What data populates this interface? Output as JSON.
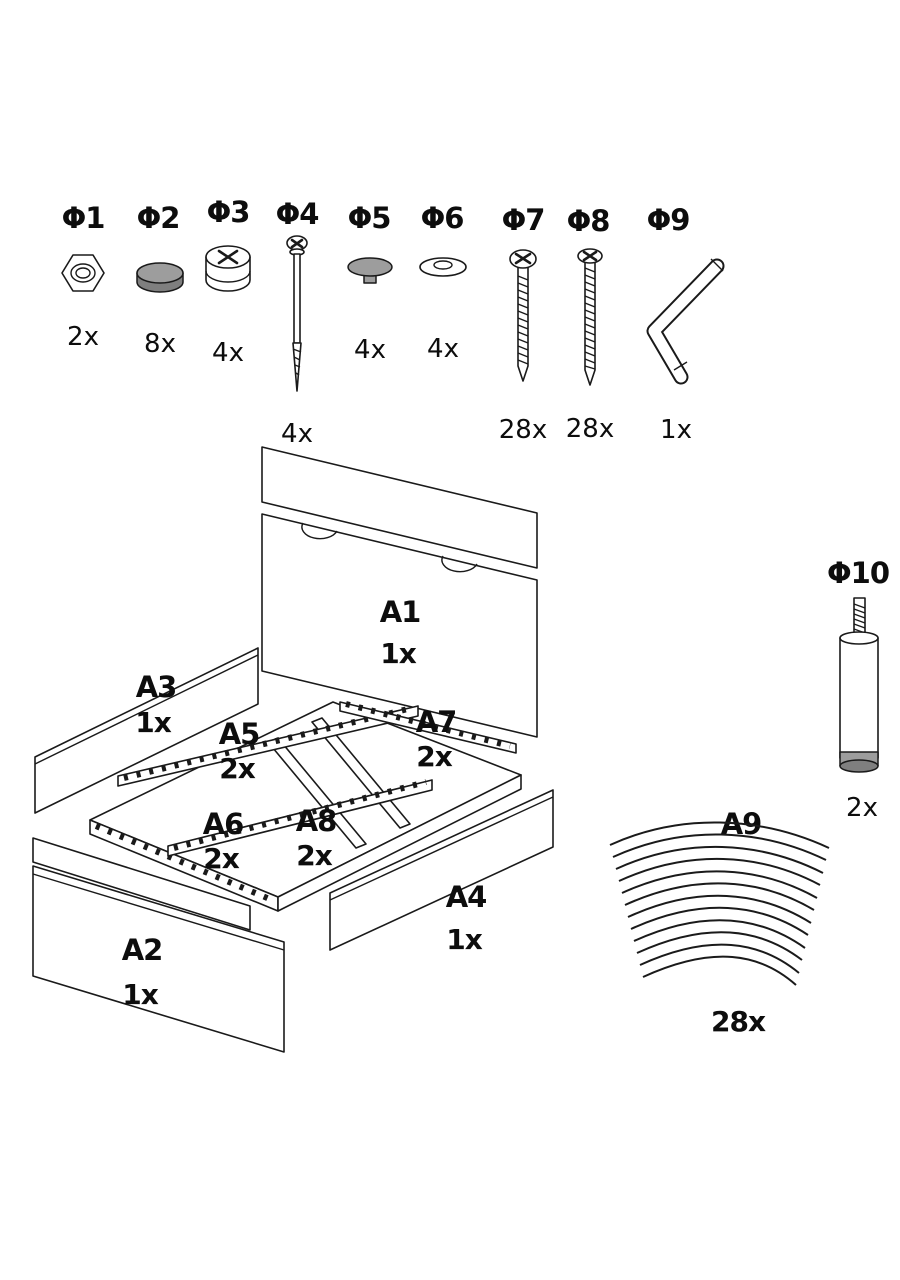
{
  "hardware": [
    {
      "id": "Φ1",
      "qty": "2x",
      "part": "hex-nut"
    },
    {
      "id": "Φ2",
      "qty": "8x",
      "part": "cam-cap"
    },
    {
      "id": "Φ3",
      "qty": "4x",
      "part": "cam-lock"
    },
    {
      "id": "Φ4",
      "qty": "4x",
      "part": "connecting-bolt"
    },
    {
      "id": "Φ5",
      "qty": "4x",
      "part": "cover-cap-dark"
    },
    {
      "id": "Φ6",
      "qty": "4x",
      "part": "cover-cap-light"
    },
    {
      "id": "Φ7",
      "qty": "28x",
      "part": "long-screw"
    },
    {
      "id": "Φ8",
      "qty": "28x",
      "part": "wood-screw"
    },
    {
      "id": "Φ9",
      "qty": "1x",
      "part": "allen-key"
    },
    {
      "id": "Φ10",
      "qty": "2x",
      "part": "leg"
    }
  ],
  "panels": [
    {
      "id": "A1",
      "qty": "1x",
      "part": "headboard-panel"
    },
    {
      "id": "A2",
      "qty": "1x",
      "part": "front-panel"
    },
    {
      "id": "A3",
      "qty": "1x",
      "part": "left-side-panel"
    },
    {
      "id": "A4",
      "qty": "1x",
      "part": "right-side-panel"
    },
    {
      "id": "A5",
      "qty": "2x",
      "part": "slat-rail"
    },
    {
      "id": "A6",
      "qty": "2x",
      "part": "slat-rail"
    },
    {
      "id": "A7",
      "qty": "2x",
      "part": "support-rail"
    },
    {
      "id": "A8",
      "qty": "2x",
      "part": "cross-rail"
    },
    {
      "id": "A9",
      "qty": "28x",
      "part": "bed-slat"
    }
  ]
}
